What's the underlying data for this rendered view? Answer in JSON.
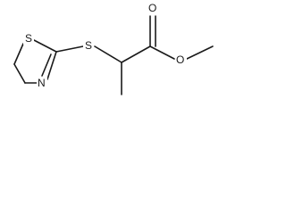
{
  "molecule": {
    "atoms": {
      "ring_sulfur": "S",
      "thioether_sulfur": "S",
      "ring_nitrogen": "N",
      "carbonyl_oxygen": "O",
      "ester_oxygen": "O"
    }
  }
}
